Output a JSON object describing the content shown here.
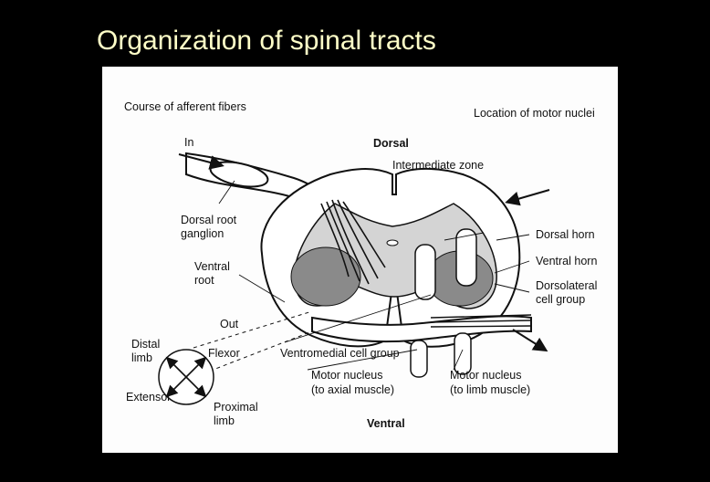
{
  "slide": {
    "title": "Organization of spinal tracts"
  },
  "diagram": {
    "course_label": "Course of afferent fibers",
    "location_label": "Location of motor nuclei",
    "in_label": "In",
    "dorsal_label": "Dorsal",
    "intermediate_zone": "Intermediate zone",
    "dorsal_root_ganglion_1": "Dorsal root",
    "dorsal_root_ganglion_2": "ganglion",
    "dorsal_horn": "Dorsal horn",
    "ventral_horn": "Ventral horn",
    "ventral_root_1": "Ventral",
    "ventral_root_2": "root",
    "dorsolateral_1": "Dorsolateral",
    "dorsolateral_2": "cell group",
    "out_label": "Out",
    "distal_1": "Distal",
    "distal_2": "limb",
    "flexor": "Flexor",
    "extensor": "Extensor",
    "proximal_1": "Proximal",
    "proximal_2": "limb",
    "ventromedial": "Ventromedial cell group",
    "motor_axial_1": "Motor nucleus",
    "motor_axial_2": "(to axial muscle)",
    "motor_limb_1": "Motor nucleus",
    "motor_limb_2": "(to limb muscle)",
    "ventral_label": "Ventral"
  }
}
